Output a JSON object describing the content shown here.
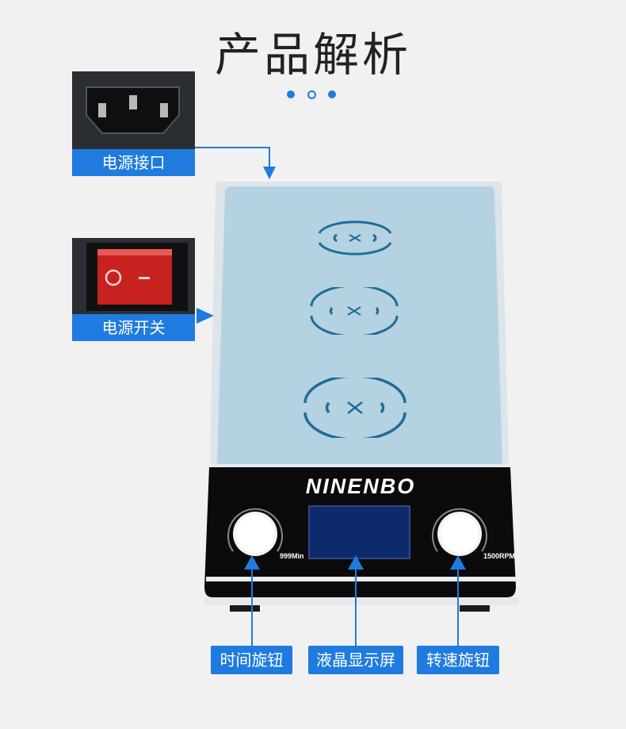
{
  "page": {
    "title": "产品解析",
    "accent_color": "#1f7be0"
  },
  "callouts": {
    "power_port": "电源接口",
    "power_switch": "电源开关",
    "timer_knob": "时间旋钮",
    "lcd_screen": "液晶显示屏",
    "speed_knob": "转速旋钮"
  },
  "device": {
    "brand": "NINENBO",
    "timer_max": "999Min",
    "speed_max": "1500RPM",
    "switch_on": "O",
    "switch_off": "-"
  },
  "icons": [
    "power-socket-icon",
    "rocker-switch-icon",
    "stir-position-icon"
  ]
}
